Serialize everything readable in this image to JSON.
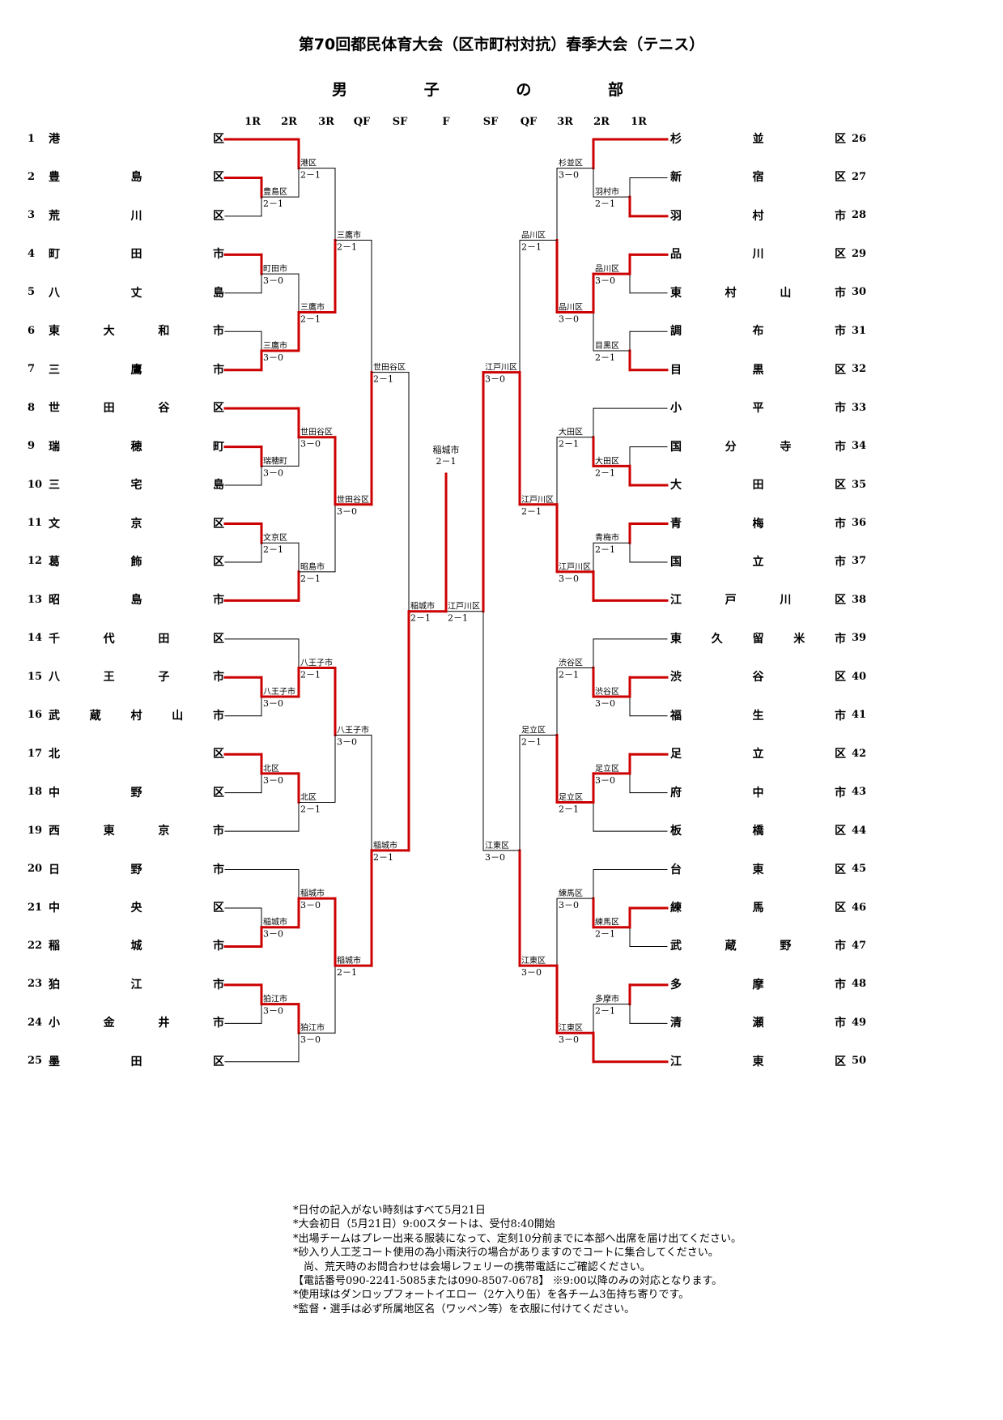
{
  "title": "第70回都民体育大会（区市町村対抗）春季大会（テニス）",
  "division": [
    "男",
    "子",
    "の",
    "部"
  ],
  "rounds_left": [
    "1R",
    "2R",
    "3R",
    "QF",
    "SF"
  ],
  "round_final": "F",
  "rounds_right": [
    "SF",
    "QF",
    "3R",
    "2R",
    "1R"
  ],
  "colors": {
    "winner_line": "#cc0000",
    "loser_line": "#000000"
  },
  "teams": {
    "left": [
      {
        "no": "1",
        "name": "港区"
      },
      {
        "no": "2",
        "name": "豊島区"
      },
      {
        "no": "3",
        "name": "荒川区"
      },
      {
        "no": "4",
        "name": "町田市"
      },
      {
        "no": "5",
        "name": "八丈島"
      },
      {
        "no": "6",
        "name": "東大和市"
      },
      {
        "no": "7",
        "name": "三鷹市"
      },
      {
        "no": "8",
        "name": "世田谷区"
      },
      {
        "no": "9",
        "name": "瑞穂町"
      },
      {
        "no": "10",
        "name": "三宅島"
      },
      {
        "no": "11",
        "name": "文京区"
      },
      {
        "no": "12",
        "name": "葛飾区"
      },
      {
        "no": "13",
        "name": "昭島市"
      },
      {
        "no": "14",
        "name": "千代田区"
      },
      {
        "no": "15",
        "name": "八王子市"
      },
      {
        "no": "16",
        "name": "武蔵村山市"
      },
      {
        "no": "17",
        "name": "北区"
      },
      {
        "no": "18",
        "name": "中野区"
      },
      {
        "no": "19",
        "name": "西東京市"
      },
      {
        "no": "20",
        "name": "日野市"
      },
      {
        "no": "21",
        "name": "中央区"
      },
      {
        "no": "22",
        "name": "稲城市"
      },
      {
        "no": "23",
        "name": "狛江市"
      },
      {
        "no": "24",
        "name": "小金井市"
      },
      {
        "no": "25",
        "name": "墨田区"
      }
    ],
    "right": [
      {
        "no": "26",
        "name": "杉並区"
      },
      {
        "no": "27",
        "name": "新宿区"
      },
      {
        "no": "28",
        "name": "羽村市"
      },
      {
        "no": "29",
        "name": "品川区"
      },
      {
        "no": "30",
        "name": "東村山市"
      },
      {
        "no": "31",
        "name": "調布市"
      },
      {
        "no": "32",
        "name": "目黒区"
      },
      {
        "no": "33",
        "name": "小平市"
      },
      {
        "no": "34",
        "name": "国分寺市"
      },
      {
        "no": "35",
        "name": "大田区"
      },
      {
        "no": "36",
        "name": "青梅市"
      },
      {
        "no": "37",
        "name": "国立市"
      },
      {
        "no": "38",
        "name": "江戸川区"
      },
      {
        "no": "39",
        "name": "東久留米市"
      },
      {
        "no": "40",
        "name": "渋谷区"
      },
      {
        "no": "41",
        "name": "福生市"
      },
      {
        "no": "42",
        "name": "足立区"
      },
      {
        "no": "43",
        "name": "府中市"
      },
      {
        "no": "44",
        "name": "板橋区"
      },
      {
        "no": "45",
        "name": "台東区"
      },
      {
        "no": "46",
        "name": "練馬区"
      },
      {
        "no": "47",
        "name": "武蔵野市"
      },
      {
        "no": "48",
        "name": "多摩市"
      },
      {
        "no": "49",
        "name": "清瀬市"
      },
      {
        "no": "50",
        "name": "江東区"
      }
    ]
  },
  "bracket": {
    "left": {
      "w": 1,
      "winner": "稲城市",
      "score": "2－1",
      "t": {
        "w": 1,
        "winner": "世田谷区",
        "score": "2－1",
        "t": {
          "w": 1,
          "winner": "三鷹市",
          "score": "2－1",
          "t": {
            "w": 0,
            "winner": "港区",
            "score": "2－1",
            "t": 1,
            "b": {
              "w": 0,
              "winner": "豊島区",
              "score": "2－1",
              "t": 2,
              "b": 3
            }
          },
          "b": {
            "w": 1,
            "winner": "三鷹市",
            "score": "2－1",
            "t": {
              "w": 0,
              "winner": "町田市",
              "score": "3－0",
              "t": 4,
              "b": 5
            },
            "b": {
              "w": 1,
              "winner": "三鷹市",
              "score": "3－0",
              "t": 6,
              "b": 7
            }
          }
        },
        "b": {
          "w": 0,
          "winner": "世田谷区",
          "score": "3－0",
          "t": {
            "w": 0,
            "winner": "世田谷区",
            "score": "3－0",
            "t": 8,
            "b": {
              "w": 0,
              "winner": "瑞穂町",
              "score": "3－0",
              "t": 9,
              "b": 10
            }
          },
          "b": {
            "w": 1,
            "winner": "昭島市",
            "score": "2－1",
            "t": {
              "w": 0,
              "winner": "文京区",
              "score": "2－1",
              "t": 11,
              "b": 12
            },
            "b": 13
          }
        }
      },
      "b": {
        "w": 1,
        "winner": "稲城市",
        "score": "2－1",
        "t": {
          "w": 0,
          "winner": "八王子市",
          "score": "3－0",
          "t": {
            "w": 1,
            "winner": "八王子市",
            "score": "2－1",
            "t": 14,
            "b": {
              "w": 0,
              "winner": "八王子市",
              "score": "3－0",
              "t": 15,
              "b": 16
            }
          },
          "b": {
            "w": 0,
            "winner": "北区",
            "score": "2－1",
            "t": {
              "w": 0,
              "winner": "北区",
              "score": "3－0",
              "t": 17,
              "b": 18
            },
            "b": 19
          }
        },
        "b": {
          "w": 0,
          "winner": "稲城市",
          "score": "2－1",
          "t": {
            "w": 1,
            "winner": "稲城市",
            "score": "3－0",
            "t": 20,
            "b": {
              "w": 1,
              "winner": "稲城市",
              "score": "3－0",
              "t": 21,
              "b": 22
            }
          },
          "b": {
            "w": 0,
            "winner": "狛江市",
            "score": "3－0",
            "t": {
              "w": 0,
              "winner": "狛江市",
              "score": "3－0",
              "t": 23,
              "b": 24
            },
            "b": 25
          }
        }
      }
    },
    "right": {
      "w": 0,
      "winner": "江戸川区",
      "score": "2－1",
      "t": {
        "w": 1,
        "winner": "江戸川区",
        "score": "3－0",
        "t": {
          "w": 1,
          "winner": "品川区",
          "score": "2－1",
          "t": {
            "w": 0,
            "winner": "杉並区",
            "score": "3－0",
            "t": 26,
            "b": {
              "w": 1,
              "winner": "羽村市",
              "score": "2－1",
              "t": 27,
              "b": 28
            }
          },
          "b": {
            "w": 0,
            "winner": "品川区",
            "score": "3－0",
            "t": {
              "w": 0,
              "winner": "品川区",
              "score": "3－0",
              "t": 29,
              "b": 30
            },
            "b": {
              "w": 1,
              "winner": "目黒区",
              "score": "2－1",
              "t": 31,
              "b": 32
            }
          }
        },
        "b": {
          "w": 1,
          "winner": "江戸川区",
          "score": "2－1",
          "t": {
            "w": 1,
            "winner": "大田区",
            "score": "2－1",
            "t": 33,
            "b": {
              "w": 1,
              "winner": "大田区",
              "score": "2－1",
              "t": 34,
              "b": 35
            }
          },
          "b": {
            "w": 1,
            "winner": "江戸川区",
            "score": "3－0",
            "t": {
              "w": 0,
              "winner": "青梅市",
              "score": "2－1",
              "t": 36,
              "b": 37
            },
            "b": 38
          }
        }
      },
      "b": {
        "w": 1,
        "winner": "江東区",
        "score": "3－0",
        "t": {
          "w": 1,
          "winner": "足立区",
          "score": "2－1",
          "t": {
            "w": 1,
            "winner": "渋谷区",
            "score": "2－1",
            "t": 39,
            "b": {
              "w": 0,
              "winner": "渋谷区",
              "score": "3－0",
              "t": 40,
              "b": 41
            }
          },
          "b": {
            "w": 0,
            "winner": "足立区",
            "score": "2－1",
            "t": {
              "w": 0,
              "winner": "足立区",
              "score": "3－0",
              "t": 42,
              "b": 43
            },
            "b": 44
          }
        },
        "b": {
          "w": 1,
          "winner": "江東区",
          "score": "3－0",
          "t": {
            "w": 1,
            "winner": "練馬区",
            "score": "3－0",
            "t": 45,
            "b": {
              "w": 0,
              "winner": "練馬区",
              "score": "2－1",
              "t": 46,
              "b": 47
            }
          },
          "b": {
            "w": 1,
            "winner": "江東区",
            "score": "3－0",
            "t": {
              "w": 0,
              "winner": "多摩市",
              "score": "2－1",
              "t": 48,
              "b": 49
            },
            "b": 50
          }
        }
      }
    },
    "final": {
      "winner": "稲城市",
      "score": "2－1",
      "winner_side": "left"
    }
  },
  "notes": [
    "*日付の記入がない時刻はすべて5月21日",
    "*大会初日（5月21日）9:00スタートは、受付8:40開始",
    "*出場チームはプレー出来る服装になって、定刻10分前までに本部へ出席を届け出てください。",
    "*砂入り人工芝コート使用の為小雨決行の場合がありますのでコートに集合してください。",
    "　尚、荒天時のお問合わせは会場レフェリーの携帯電話にご確認ください。",
    "【電話番号090-2241-5085または090-8507-0678】 ※9:00以降のみの対応となります。",
    "*使用球はダンロップフォートイエロー（2ケ入り缶）を各チーム3缶持ち寄りです。",
    "*監督・選手は必ず所属地区名（ワッペン等）を衣服に付けてください。"
  ]
}
